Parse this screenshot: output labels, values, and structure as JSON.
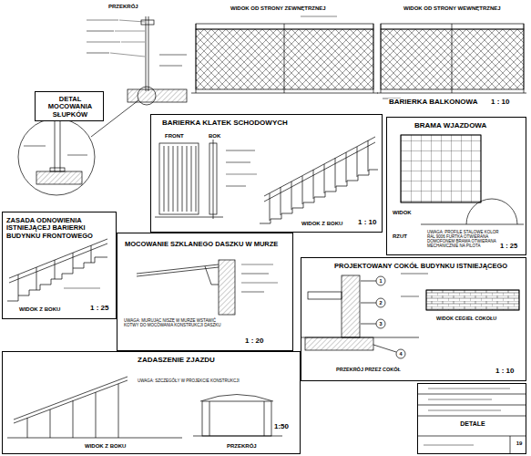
{
  "diagram": {
    "nodes": [
      {
        "text": [
          "DETAL MOCOWANIA SŁUPKÓW"
        ]
      },
      {
        "text": [
          "BARIERKA KLATEK SCHODOWYCH"
        ]
      },
      {
        "text": [
          "BRAMA WJAZDOWA"
        ]
      },
      {
        "text": [
          "ZASADA ODNOWIENIA ISTNIEJĄCEJ BARIERKI BUDYNKU FRONTOWEGO"
        ]
      },
      {
        "text": [
          "MOCOWANIE SZKLANEGO DASZKU W MURZE"
        ]
      },
      {
        "text": [
          "PROJEKTOWANY COKÓŁ BUDYNKU ISTNIEJĄCEGO"
        ]
      },
      {
        "text": [
          "ZADASZENIE ZJAZDU"
        ]
      },
      {
        "text": [
          "DETALE",
          "19"
        ]
      }
    ],
    "labels": [
      "PRZEKRÓJ",
      "WIDOK OD STRONY ZEWNĘTRZNEJ",
      "WIDOK OD STRONY WEWNĘTRZNEJ",
      "BARIERKA BALKONOWA",
      "1 : 10",
      "FRONT",
      "BOK",
      "WIDOK Z BOKU",
      "1 : 10",
      "WIDOK",
      "RZUT",
      "UWAGA: PROFILE STALOWE KOLOR RAL 9006 FURTKA OTWIERANA DOMOFONEM BRAMA OTWIERANA MECHANICZNIE NA PILOTA",
      "1 : 25",
      "WIDOK Z BOKU",
      "1 : 25",
      "UWAGA: MURUJĄC NISZĘ W MURZE WSTAWIĆ KOTWY DO MOCOWANIA KONSTRUKCJI DASZKU",
      "1 : 20",
      "PRZEKRÓJ PRZEZ COKÓŁ",
      "WIDOK CEGIEŁ COKOŁU",
      "1 : 10",
      "1",
      "2",
      "3",
      "4",
      "WIDOK Z BOKU",
      "PRZEKRÓJ",
      "1:50",
      "UWAGA: SZCZEGÓŁY W PROJEKCIE KONSTRUKCJI"
    ]
  }
}
